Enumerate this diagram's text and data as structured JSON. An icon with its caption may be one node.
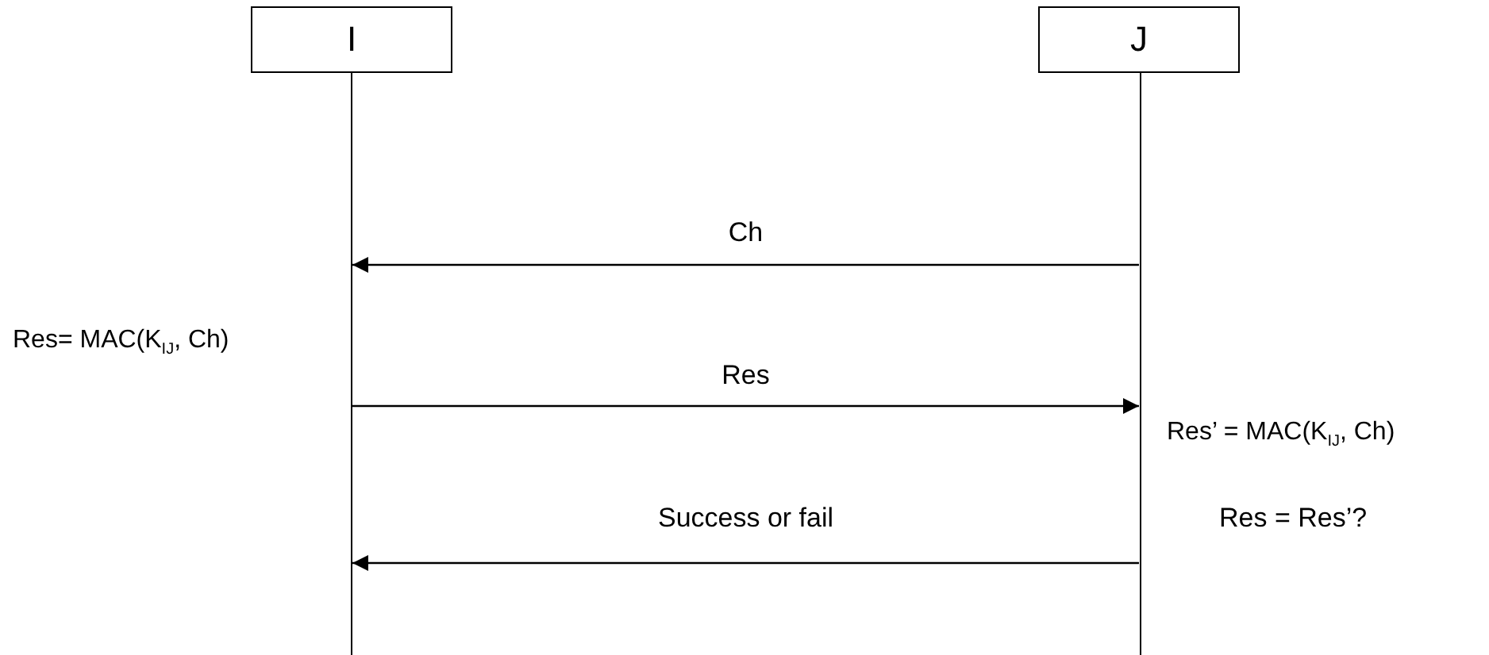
{
  "diagram": {
    "nodes": [
      {
        "text": [
          "I"
        ]
      },
      {
        "text": [
          "J"
        ]
      },
      {
        "text": [],
        "shape": "bar"
      },
      {
        "text": [],
        "shape": "bar"
      }
    ],
    "edges": [
      {
        "from": 3,
        "to": 2,
        "arrow": "to",
        "label": "Ch"
      },
      {
        "from": 2,
        "to": 3,
        "arrow": "to",
        "label": "Res"
      },
      {
        "from": 3,
        "to": 2,
        "arrow": "to",
        "label": "Success or fail"
      }
    ],
    "labels": [
      "Res= MAC(K$_{IJ}$, Ch)",
      "Res’ = MAC(K$_{IJ}$, Ch)",
      "Res = Res’?"
    ]
  }
}
